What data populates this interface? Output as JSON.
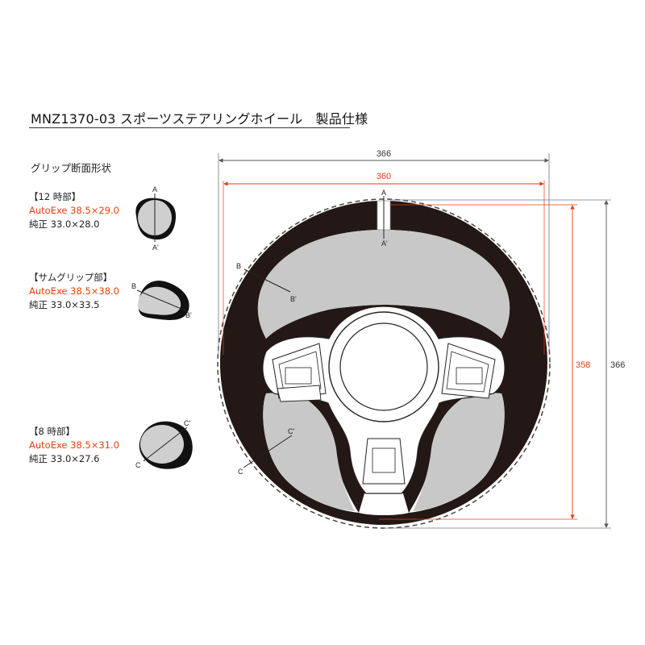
{
  "title": "MNZ1370-03 スポーツステアリングホイール　製品仕様",
  "grip_heading": "グリップ断面形状",
  "sections": [
    {
      "header": "【12 時部】",
      "autoexe": "AutoExe 38.5×29.0",
      "oem": "純正 33.0×28.0",
      "label_a": "A",
      "label_b": "A'"
    },
    {
      "header": "【サムグリップ部】",
      "autoexe": "AutoExe 38.5×38.0",
      "oem": "純正 33.0×33.5",
      "label_a": "B",
      "label_b": "B'"
    },
    {
      "header": "【8 時部】",
      "autoexe": "AutoExe 38.5×31.0",
      "oem": "純正 33.0×27.6",
      "label_a": "C'",
      "label_b": "C"
    }
  ],
  "dimensions": {
    "outer_width": "366",
    "inner_width": "360",
    "inner_height": "358",
    "outer_height": "366"
  },
  "wheel_labels": {
    "a_top": "A",
    "a_bottom": "A'",
    "b_top": "B",
    "b_bottom": "B'",
    "c_top": "C'",
    "c_bottom": "C"
  },
  "colors": {
    "accent": "#e8400c",
    "rim": "#231815",
    "spoke_fill": "#c8c8c8",
    "dim_line": "#555555"
  }
}
